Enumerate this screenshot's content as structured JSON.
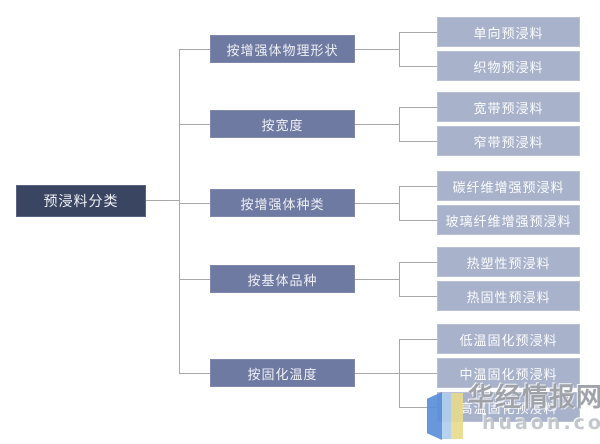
{
  "root": {
    "label": "预浸料分类"
  },
  "tree": {
    "groups": [
      {
        "label": "按增强体物理形状",
        "children": [
          "单向预浸料",
          "织物预浸料"
        ]
      },
      {
        "label": "按宽度",
        "children": [
          "宽带预浸料",
          "窄带预浸料"
        ]
      },
      {
        "label": "按增强体种类",
        "children": [
          "碳纤维增强预浸料",
          "玻璃纤维增强预浸料"
        ]
      },
      {
        "label": "按基体品种",
        "children": [
          "热塑性预浸料",
          "热固性预浸料"
        ]
      },
      {
        "label": "按固化温度",
        "children": [
          "低温固化预浸料",
          "中温固化预浸料",
          "高温固化预浸料"
        ]
      }
    ]
  },
  "watermark": {
    "title": "华经情报网",
    "domain": "huaon.com"
  },
  "colors": {
    "root_fill": "#3a4562",
    "category_fill": "#6e7aa2",
    "leaf_fill": "#a9b2cb",
    "connector_line": "#a8a8a8",
    "watermark_blue": "#5b8ed9",
    "watermark_yellow": "#e8da8c"
  }
}
